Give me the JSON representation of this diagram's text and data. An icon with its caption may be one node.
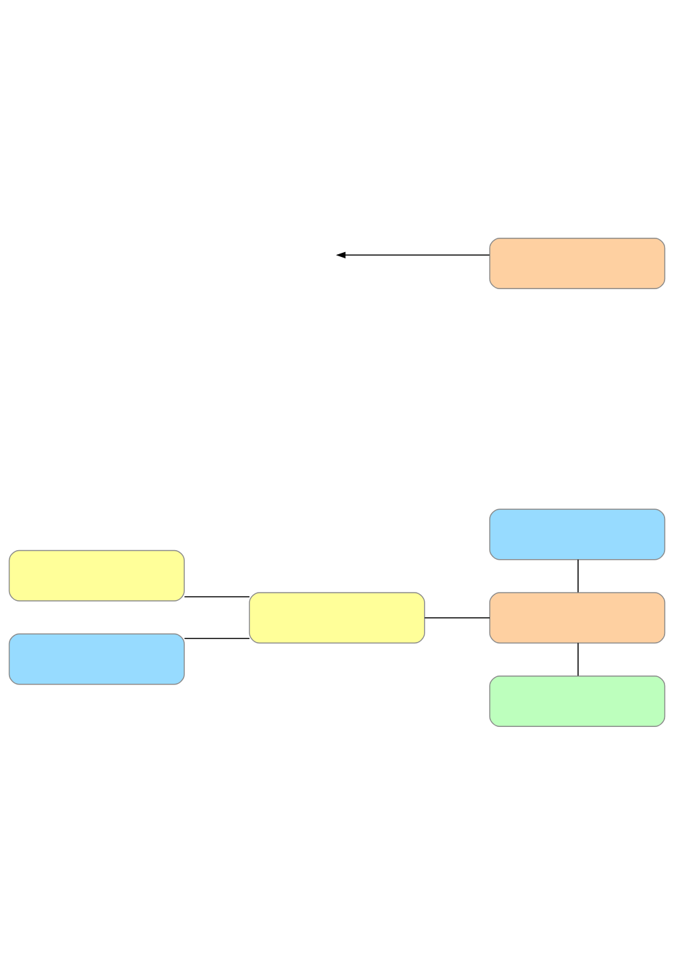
{
  "diagram": {
    "nodes": [
      {
        "text": [],
        "shape": "box"
      },
      {
        "text": [],
        "shape": "box"
      },
      {
        "text": [],
        "shape": "box"
      },
      {
        "text": [],
        "shape": "box"
      },
      {
        "text": [],
        "shape": "box"
      },
      {
        "text": [],
        "shape": "box"
      },
      {
        "text": [],
        "shape": "box"
      }
    ],
    "edges": [
      {
        "from": 0,
        "to": null,
        "arrow": "to"
      },
      {
        "from": 1,
        "to": 3,
        "arrow": "none"
      },
      {
        "from": 2,
        "to": 3,
        "arrow": "none"
      },
      {
        "from": 3,
        "to": 5,
        "arrow": "none"
      },
      {
        "from": 4,
        "to": 5,
        "arrow": "none"
      },
      {
        "from": 5,
        "to": 6,
        "arrow": "none"
      }
    ]
  }
}
